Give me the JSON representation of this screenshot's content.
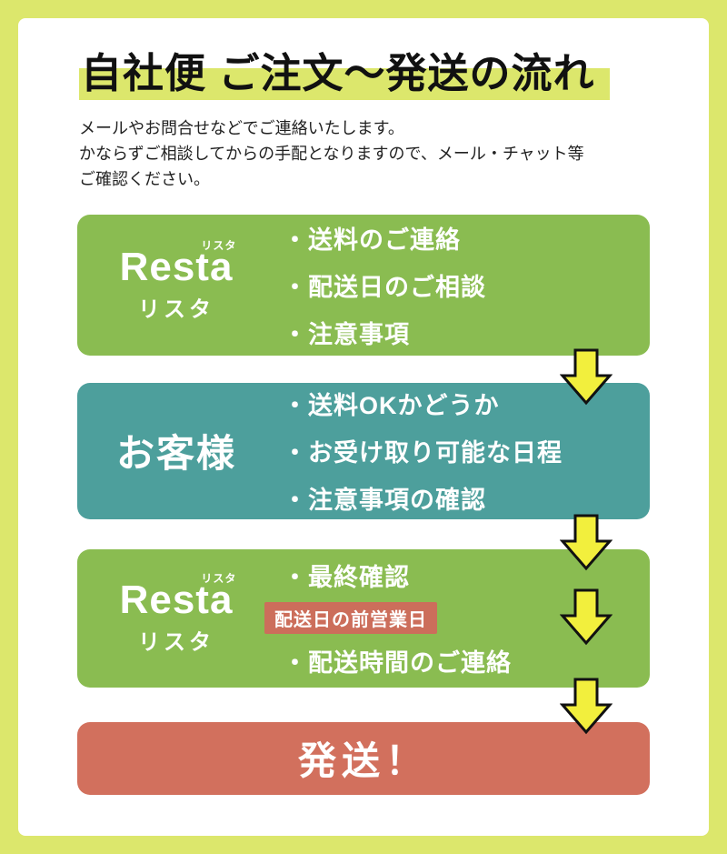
{
  "colors": {
    "background": "#dce76c",
    "card": "#ffffff",
    "green": "#8abc51",
    "teal": "#4d9f9c",
    "salmon": "#d2705d",
    "badge": "#cc6e5b",
    "arrow": "#f2ef3d",
    "highlight": "#dce76c",
    "text": "#1a1a1a"
  },
  "header": {
    "title": "自社便 ご注文〜発送の流れ",
    "intro_lines": [
      "メールやお問合せなどでご連絡いたします。",
      "かならずご相談してからの手配となりますので、メール・チャット等",
      "ご確認ください。"
    ]
  },
  "logo": {
    "name": "Resta",
    "ruby": "リスタ",
    "subtitle": "リスタ"
  },
  "steps": [
    {
      "actor": "Resta",
      "items": [
        "・送料のご連絡",
        "・配送日のご相談",
        "・注意事項"
      ]
    },
    {
      "actor": "お客様",
      "items": [
        "・送料OKかどうか",
        "・お受け取り可能な日程",
        "・注意事項の確認"
      ]
    },
    {
      "actor": "Resta",
      "item_top": "・最終確認",
      "badge": "配送日の前営業日",
      "item_bottom": "・配送時間のご連絡"
    }
  ],
  "final_step": {
    "label": "発送！"
  }
}
